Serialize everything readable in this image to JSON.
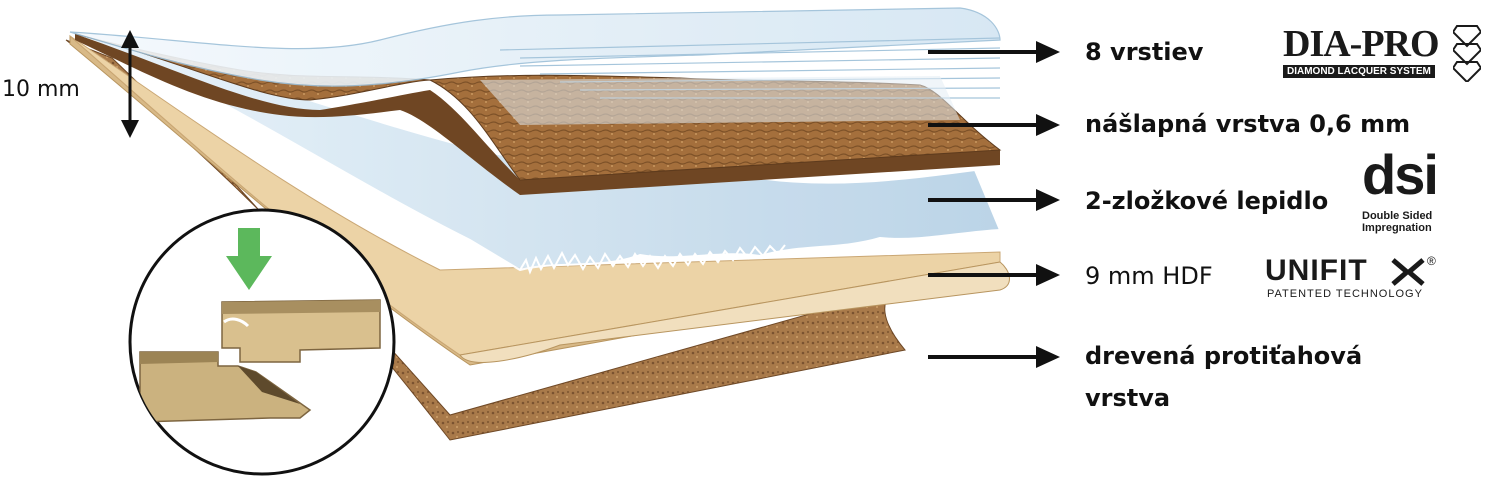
{
  "thickness_label": "10 mm",
  "layers": [
    {
      "id": "lacquer",
      "label": "8 vrstiev",
      "bold": true
    },
    {
      "id": "wear",
      "label": "nášlapná vrstva 0,6 mm",
      "bold": true
    },
    {
      "id": "glue",
      "label": "2-zložkové lepidlo",
      "bold": true
    },
    {
      "id": "hdf",
      "label": "9 mm HDF",
      "bold": false
    },
    {
      "id": "backing",
      "label_line1": "drevená protiťahová",
      "label_line2": "vrstva",
      "bold": true
    }
  ],
  "logos": {
    "diapro": {
      "main": "DIA-PRO",
      "sub": "DIAMOND LACQUER SYSTEM"
    },
    "dsi": {
      "main": "dsi",
      "sub1": "Double Sided",
      "sub2": "Impregnation"
    },
    "unifit": {
      "main": "UNIFIT",
      "sub": "PATENTED TECHNOLOGY",
      "reg": "®"
    }
  },
  "colors": {
    "arrow": "#111111",
    "wood_dark": "#7a4f2a",
    "wood_mid": "#a9743f",
    "hdf": "#e6c999",
    "lacquer": "#cfe3f2",
    "install_arrow": "#5cb85c"
  }
}
